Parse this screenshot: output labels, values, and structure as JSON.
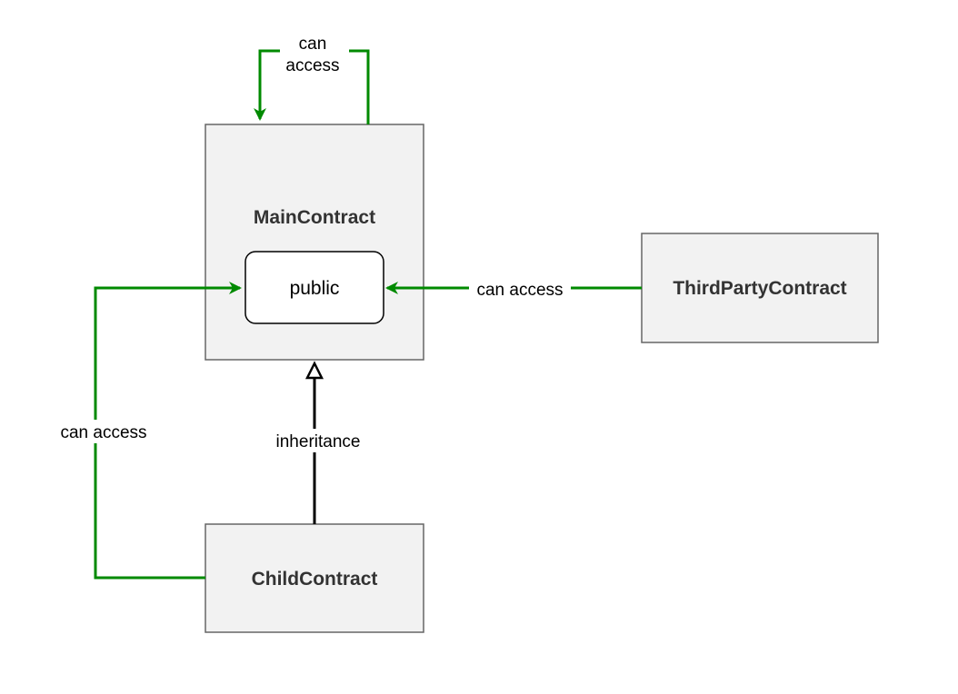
{
  "colors": {
    "access_edge": "#008a00",
    "inheritance_edge": "#000000",
    "box_fill": "#f2f2f2",
    "box_stroke": "#666666",
    "inner_box_fill": "#ffffff",
    "inner_box_stroke": "#000000",
    "background": "#ffffff"
  },
  "nodes": {
    "main_contract": {
      "label": "MainContract"
    },
    "public_member": {
      "label": "public"
    },
    "third_party_contract": {
      "label": "ThirdPartyContract"
    },
    "child_contract": {
      "label": "ChildContract"
    }
  },
  "edges": {
    "self_access": {
      "label_line1": "can",
      "label_line2": "access",
      "kind": "access"
    },
    "third_party_access": {
      "label": "can access",
      "kind": "access"
    },
    "child_access": {
      "label": "can access",
      "kind": "access"
    },
    "inheritance": {
      "label": "inheritance",
      "kind": "inheritance"
    }
  }
}
